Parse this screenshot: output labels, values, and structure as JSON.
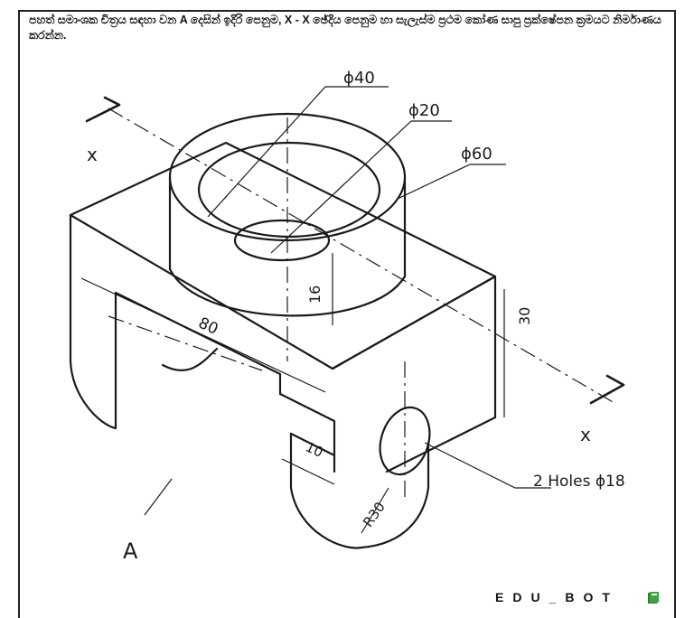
{
  "question": {
    "text": "පහත් සමාංශක චිත්‍රය සඳහා වන A දෙසින් ඉදිරි පෙනුම, X - X ඡේදිය පෙනුම හා සැලැස්ම ප්‍රථම කෝණ සාපු ප්‍රක්ෂේපන ක්‍රමයට නිර්මාණය කරන්න."
  },
  "drawing": {
    "labels": {
      "phi40": "ϕ40",
      "phi20": "ϕ20",
      "phi60": "ϕ60",
      "dim16": "16",
      "dim30": "30",
      "dim80": "80",
      "dim10": "10",
      "r30": "R30",
      "holes": "2 Holes  ϕ18",
      "x_top": "x",
      "x_bottom": "x",
      "view_a": "A"
    }
  },
  "footer": {
    "brand": "EDU_BOT",
    "logo_icon": "book-icon"
  }
}
